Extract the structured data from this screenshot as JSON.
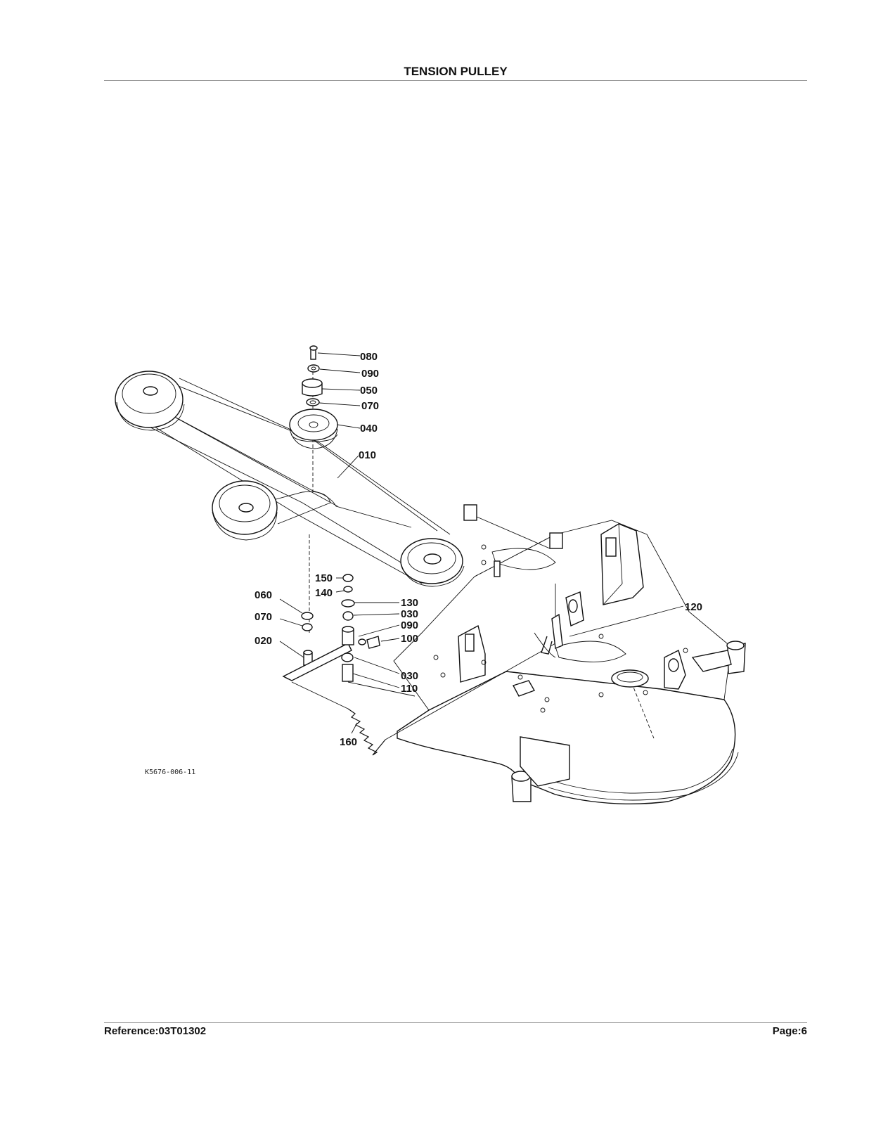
{
  "header": {
    "title": "TENSION PULLEY"
  },
  "diagram": {
    "drawing_code": "K5676-006-11",
    "callouts": [
      "080",
      "090",
      "050",
      "070",
      "040",
      "010",
      "150",
      "140",
      "130",
      "030",
      "090",
      "100",
      "030",
      "110",
      "060",
      "070",
      "020",
      "160",
      "120"
    ]
  },
  "footer": {
    "reference": "Reference:03T01302",
    "page": "Page:6"
  }
}
